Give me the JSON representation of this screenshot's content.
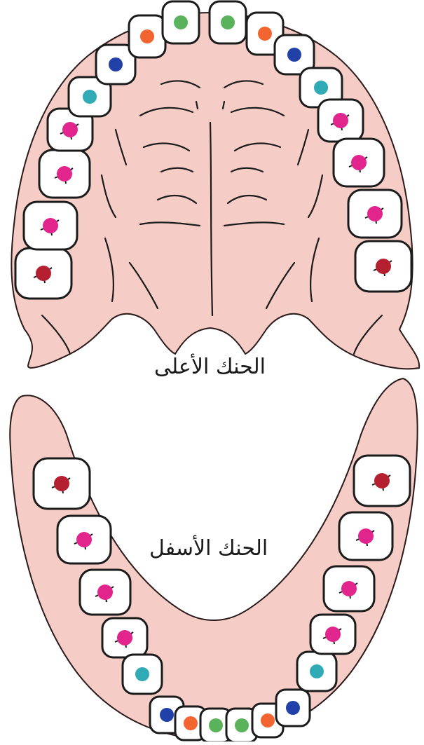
{
  "labels": {
    "upper_jaw": "الحنك الأعلى",
    "lower_jaw": "الحنك الأسفل"
  },
  "colors": {
    "gum": "#f6cdc6",
    "gum_stroke": "#2a1a1a",
    "tooth_fill": "#ffffff",
    "tooth_stroke": "#1b1b1b",
    "central_incisor": "#5ab25a",
    "lateral_incisor": "#f26430",
    "canine": "#2140a8",
    "first_premolar": "#30aab5",
    "second_premolar": "#e1258c",
    "first_molar": "#e1258c",
    "second_molar": "#b42030"
  },
  "upper_teeth": [
    {
      "type": "second_molar",
      "color": "#b42030"
    },
    {
      "type": "first_molar",
      "color": "#e1258c"
    },
    {
      "type": "second_premolar",
      "color": "#e1258c"
    },
    {
      "type": "first_premolar",
      "color": "#e1258c"
    },
    {
      "type": "canine",
      "color": "#30aab5"
    },
    {
      "type": "lateral_incisor",
      "color": "#2140a8"
    },
    {
      "type": "lateral_incisor",
      "color": "#f26430"
    },
    {
      "type": "central_incisor",
      "color": "#5ab25a"
    },
    {
      "type": "central_incisor",
      "color": "#5ab25a"
    },
    {
      "type": "lateral_incisor",
      "color": "#f26430"
    },
    {
      "type": "canine",
      "color": "#2140a8"
    },
    {
      "type": "first_premolar",
      "color": "#30aab5"
    },
    {
      "type": "second_premolar",
      "color": "#e1258c"
    },
    {
      "type": "first_molar",
      "color": "#e1258c"
    },
    {
      "type": "second_molar",
      "color": "#e1258c"
    },
    {
      "type": "third_molar",
      "color": "#b42030"
    }
  ],
  "lower_teeth": [
    {
      "type": "second_molar",
      "color": "#b42030"
    },
    {
      "type": "first_molar",
      "color": "#e1258c"
    },
    {
      "type": "second_premolar",
      "color": "#e1258c"
    },
    {
      "type": "first_premolar",
      "color": "#e1258c"
    },
    {
      "type": "canine",
      "color": "#30aab5"
    },
    {
      "type": "lateral_incisor",
      "color": "#2140a8"
    },
    {
      "type": "lateral_incisor",
      "color": "#f26430"
    },
    {
      "type": "central_incisor",
      "color": "#5ab25a"
    },
    {
      "type": "central_incisor",
      "color": "#5ab25a"
    },
    {
      "type": "lateral_incisor",
      "color": "#f26430"
    },
    {
      "type": "canine",
      "color": "#2140a8"
    },
    {
      "type": "first_premolar",
      "color": "#30aab5"
    },
    {
      "type": "second_premolar",
      "color": "#e1258c"
    },
    {
      "type": "first_molar",
      "color": "#e1258c"
    },
    {
      "type": "second_molar",
      "color": "#e1258c"
    },
    {
      "type": "third_molar",
      "color": "#b42030"
    }
  ]
}
